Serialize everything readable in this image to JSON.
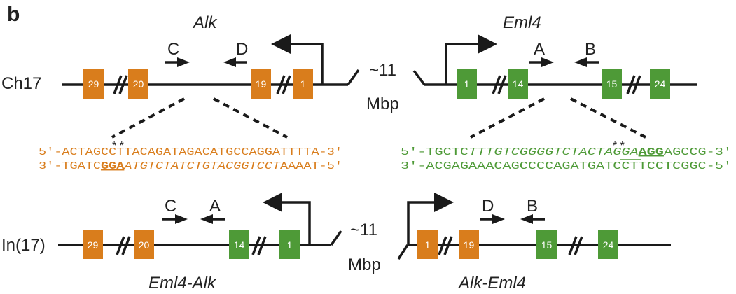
{
  "panel_label": "b",
  "colors": {
    "alk": "#d97d1c",
    "eml4": "#4e9a37",
    "line": "#1a1a1a"
  },
  "top": {
    "chrom_label": "Ch17",
    "alk_name": "Alk",
    "eml4_name": "Eml4",
    "distance": "~11",
    "distance_unit": "Mbp",
    "alk_exons": [
      "29",
      "20",
      "19",
      "1"
    ],
    "eml4_exons": [
      "1",
      "14",
      "15",
      "24"
    ],
    "primers": [
      "C",
      "D",
      "A",
      "B"
    ]
  },
  "alk_seq": {
    "star": "* *",
    "l1": {
      "a": "5′-ACTAGCCTTACAGATAGACATGCCAGGATTTTA-3′"
    },
    "l2": {
      "a": "3′-TGATC",
      "b": "GGA",
      "c": "ATGTCTATCTGTACGGTCCT",
      "d": "AAAAT-5′"
    }
  },
  "eml4_seq": {
    "star": "* *",
    "l1": {
      "a": "5′-TGCTC",
      "b": "TTTGTCGGGGTCTACTAGGA",
      "c": "AGG",
      "d": "AGCCG-3′"
    },
    "l2": {
      "a": "3′-ACGAGAAACAGCCCCAGATGATCCTTCCTCGGC-5′"
    }
  },
  "bottom": {
    "chrom_label": "In(17)",
    "fusion1_name": "Eml4-Alk",
    "fusion2_name": "Alk-Eml4",
    "distance": "~11",
    "distance_unit": "Mbp",
    "fusion1_exons": [
      "29",
      "20",
      "14",
      "1"
    ],
    "fusion2_exons": [
      "1",
      "19",
      "15",
      "24"
    ],
    "primers": [
      "C",
      "A",
      "D",
      "B"
    ]
  }
}
